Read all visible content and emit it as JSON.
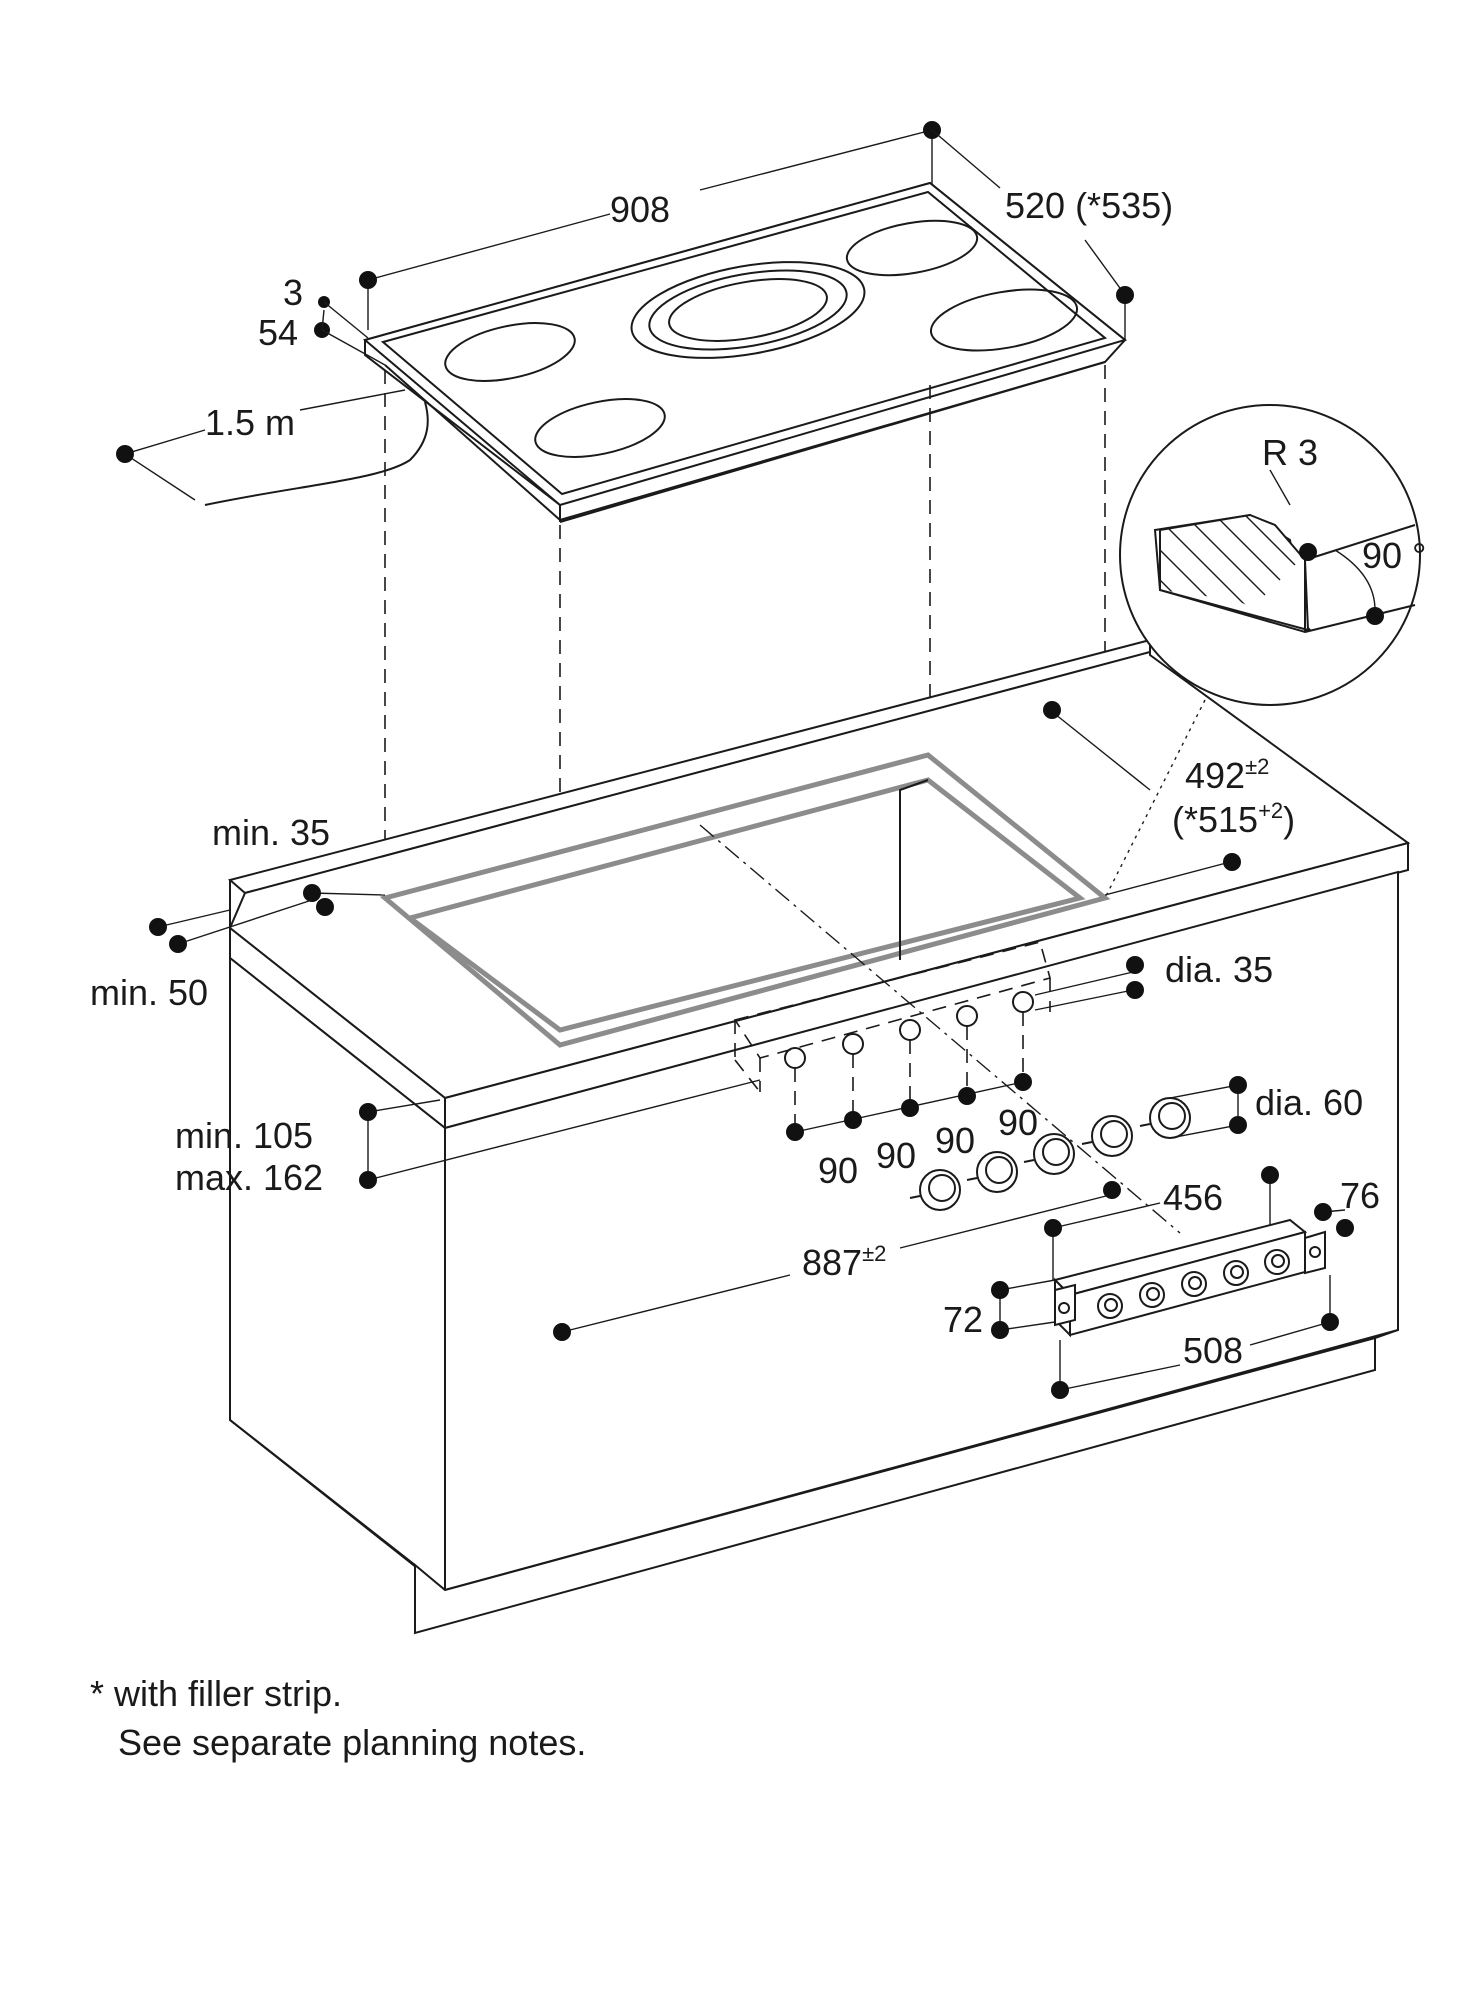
{
  "labels": {
    "hob_width": "908",
    "hob_depth": "520 (*535)",
    "frame_height_3": "3",
    "hob_height_54": "54",
    "cable_length": "1.5 m",
    "radius": "R 3",
    "angle": "90 °",
    "cutout_depth_main": "492",
    "cutout_depth_tol": "±2",
    "cutout_depth_alt_open": "(*515",
    "cutout_depth_alt_tol": "+2",
    "cutout_depth_alt_close": ")",
    "min_35": "min. 35",
    "min_50": "min. 50",
    "dia_35": "dia. 35",
    "dia_60": "dia. 60",
    "min_105": "min. 105",
    "max_162": "max. 162",
    "knob_pitch_1": "90",
    "knob_pitch_2": "90",
    "knob_pitch_3": "90",
    "knob_pitch_4": "90",
    "cutout_width_main": "887",
    "cutout_width_tol": "±2",
    "panel_456": "456",
    "panel_76": "76",
    "panel_72": "72",
    "panel_508": "508"
  },
  "footnote": {
    "line1": "* with filler strip.",
    "line2": "See separate planning notes."
  }
}
